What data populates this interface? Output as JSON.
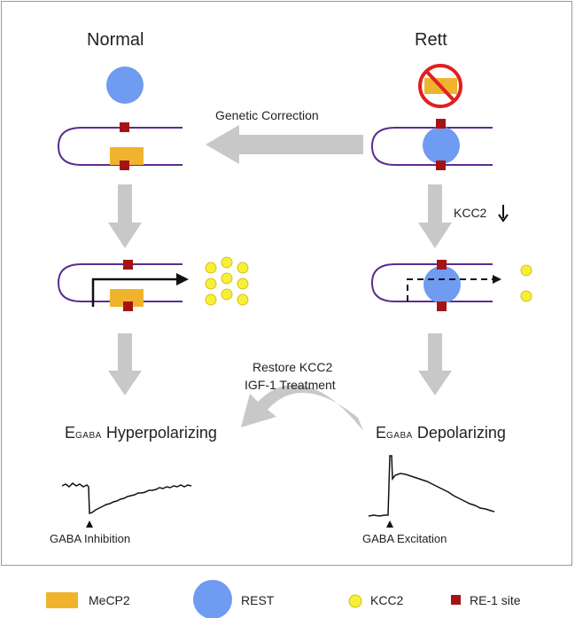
{
  "titles": {
    "normal": "Normal",
    "rett": "Rett"
  },
  "arrows": {
    "genetic_correction": "Genetic Correction",
    "kcc2_down": "KCC2",
    "restore_line1": "Restore KCC2",
    "restore_line2": "IGF-1 Treatment"
  },
  "egaba": {
    "prefix": "E",
    "sub": "GABA",
    "hyper_suffix": " Hyperpolarizing",
    "depol_suffix": " Depolarizing"
  },
  "traces": {
    "inhibition": "GABA Inhibition",
    "excitation": "GABA Excitation"
  },
  "legend": {
    "mecp2": "MeCP2",
    "rest": "REST",
    "kcc2": "KCC2",
    "re1": "RE-1 site"
  },
  "colors": {
    "mecp2": "#f0b32d",
    "rest": "#6f9bf0",
    "kcc2": "#f7ef36",
    "re1": "#a41414",
    "dna": "#5b2d8e",
    "arrow_gray": "#c8c8c8",
    "prohibit_red": "#e02020"
  }
}
